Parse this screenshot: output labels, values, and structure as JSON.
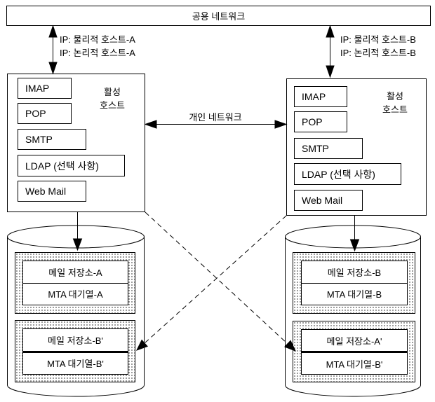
{
  "colors": {
    "line": "#000000",
    "background": "#ffffff"
  },
  "public_network": {
    "label": "공용 네트워크"
  },
  "private_network": {
    "label": "개인 네트워크"
  },
  "ip_labels": {
    "left": [
      "IP: 물리적 호스트-A",
      "IP: 논리적 호스트-A"
    ],
    "right": [
      "IP: 물리적 호스트-B",
      "IP: 논리적 호스트-B"
    ]
  },
  "hosts": [
    {
      "id": "A",
      "label_lines": [
        "활성",
        "호스트"
      ],
      "services": [
        "IMAP",
        "POP",
        "SMTP",
        "LDAP (선택 사항)",
        "Web Mail"
      ]
    },
    {
      "id": "B",
      "label_lines": [
        "활성",
        "호스트"
      ],
      "services": [
        "IMAP",
        "POP",
        "SMTP",
        "LDAP (선택 사항)",
        "Web Mail"
      ]
    }
  ],
  "storages": [
    {
      "id": "A",
      "groups": [
        [
          "메일 저장소-A",
          "MTA 대기열-A"
        ],
        [
          "메일 저장소-B'",
          "MTA 대기열-B'"
        ]
      ]
    },
    {
      "id": "B",
      "groups": [
        [
          "메일 저장소-B",
          "MTA 대기열-B"
        ],
        [
          "메일 저장소-A'",
          "MTA 대기열-B'"
        ]
      ]
    }
  ]
}
